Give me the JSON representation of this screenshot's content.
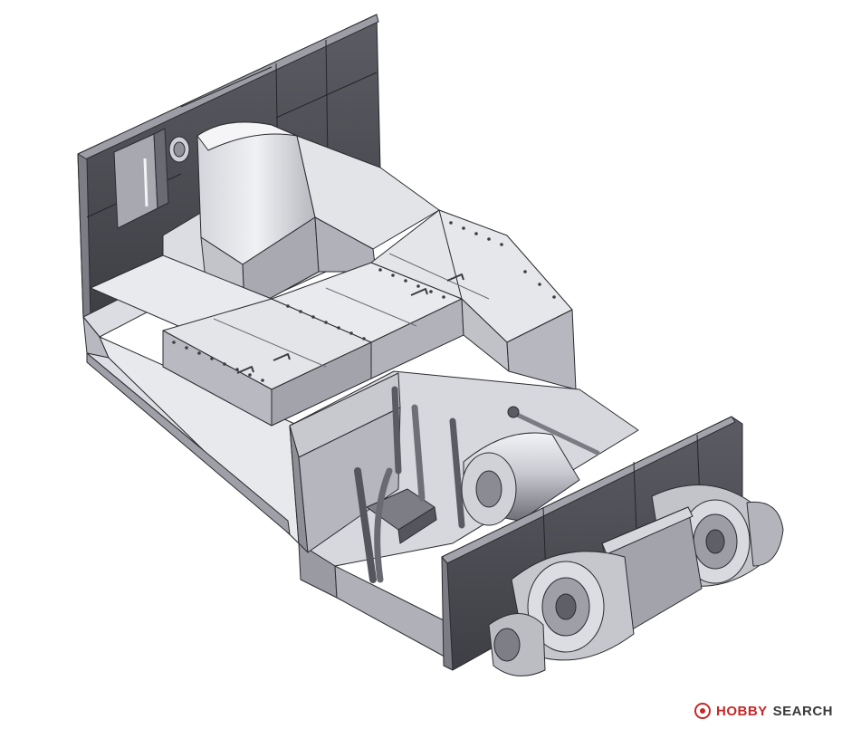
{
  "image": {
    "subject": "cad-render-locomotive-cab-interior",
    "colors": {
      "background": "#ffffff",
      "face_light": "#e6e7ec",
      "face_mid": "#c9cad1",
      "face_dark": "#8d8e96",
      "face_shadow": "#4a4b52",
      "edge": "#2b2b30",
      "watermark_red": "#c62828",
      "watermark_gray": "#3a3a3a"
    }
  },
  "watermark": {
    "brand": "HOBBY",
    "search": "SEARCH",
    "icon": "hobbysearch-logo-icon"
  }
}
